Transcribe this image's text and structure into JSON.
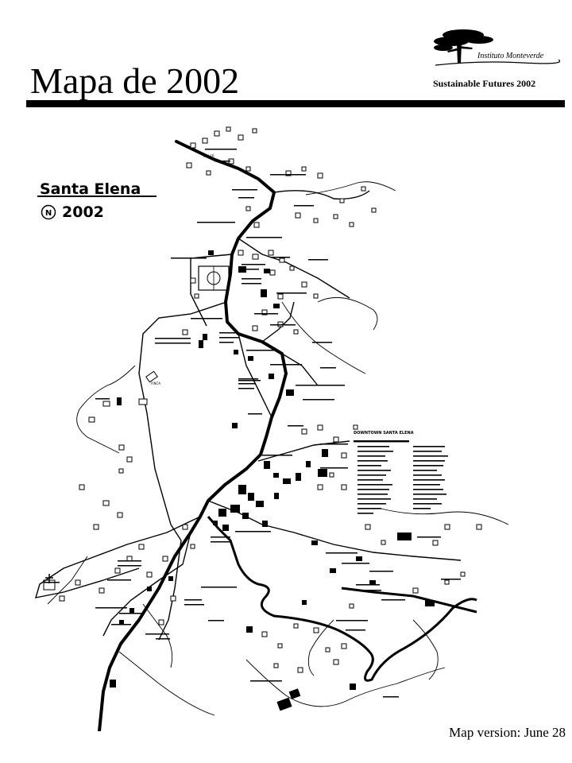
{
  "header": {
    "title": "Mapa de 2002",
    "organization": "Sustainable Futures 2002",
    "logo_text": "Instituto Monteverde"
  },
  "map": {
    "place_name": "Santa Elena",
    "year": "2002",
    "north_symbol": "N",
    "legend_title": "DOWNTOWN SANTA ELENA",
    "labels": [
      "TALLER",
      "FINCA",
      "DOWNTOWN SANTA ELENA"
    ],
    "icons": [
      "north-arrow-icon",
      "tree-logo-icon",
      "soccer-field-icon",
      "church-icon"
    ]
  },
  "footer": {
    "version": "Map version: June 28"
  }
}
